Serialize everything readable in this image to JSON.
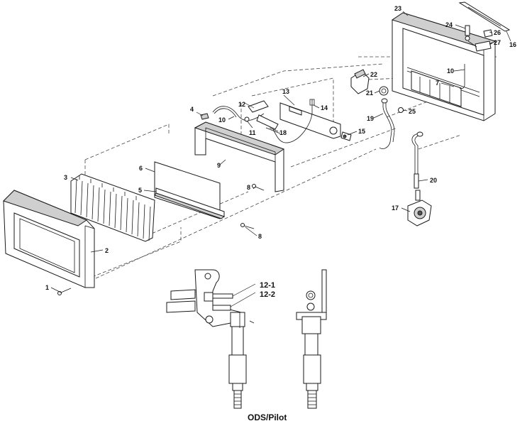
{
  "caption": "ODS/Pilot",
  "labels": {
    "p1": "1",
    "p2": "2",
    "p3": "3",
    "p4": "4",
    "p5": "5",
    "p6": "6",
    "p7": "7",
    "p8a": "8",
    "p8b": "8",
    "p9": "9",
    "p10a": "10",
    "p10b": "10",
    "p11": "11",
    "p12": "12",
    "p12_1": "12-1",
    "p12_2": "12-2",
    "p13": "13",
    "p14": "14",
    "p15": "15",
    "p16": "16",
    "p17": "17",
    "p18": "18",
    "p19": "19",
    "p20": "20",
    "p21": "21",
    "p22": "22",
    "p23": "23",
    "p24": "24",
    "p25": "25",
    "p26": "26",
    "p27": "27"
  }
}
